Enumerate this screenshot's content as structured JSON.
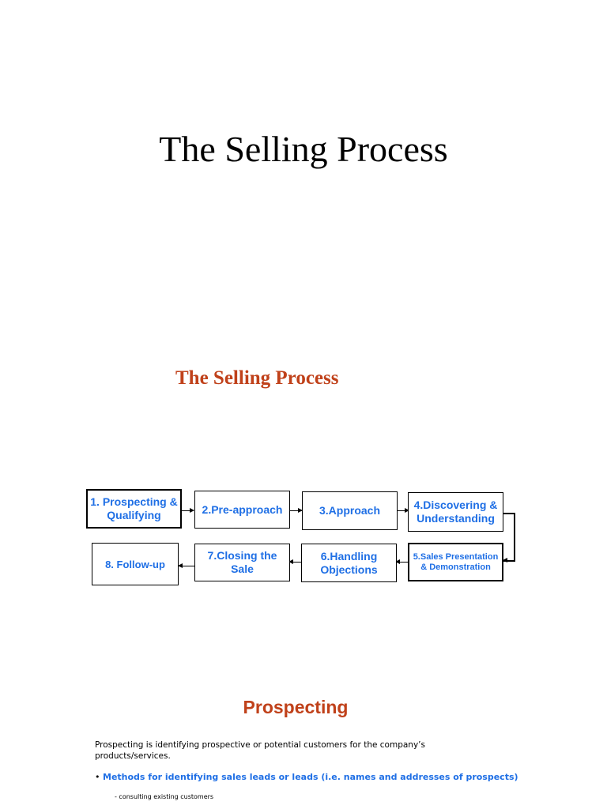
{
  "slide1": {
    "title": "The Selling Process"
  },
  "slide2": {
    "title": "The Selling Process",
    "steps": [
      {
        "label": "1. Prospecting & Qualifying"
      },
      {
        "label": "2.Pre-approach"
      },
      {
        "label": "3.Approach"
      },
      {
        "label": "4.Discovering & Understanding"
      },
      {
        "label": "5.Sales Presentation & Demonstration"
      },
      {
        "label": "6.Handling Objections"
      },
      {
        "label": "7.Closing the Sale"
      },
      {
        "label": "8. Follow-up"
      }
    ]
  },
  "slide3": {
    "title": "Prospecting",
    "definition": "Prospecting is identifying prospective or potential customers for the company’s products/services.",
    "bullet_marker": "•",
    "bullet": "Methods for identifying sales leads or leads (i.e. names and addresses of prospects)",
    "sub_item": "- consulting existing customers"
  },
  "colors": {
    "accent_red": "#c0411a",
    "step_blue": "#1f6fe5"
  }
}
